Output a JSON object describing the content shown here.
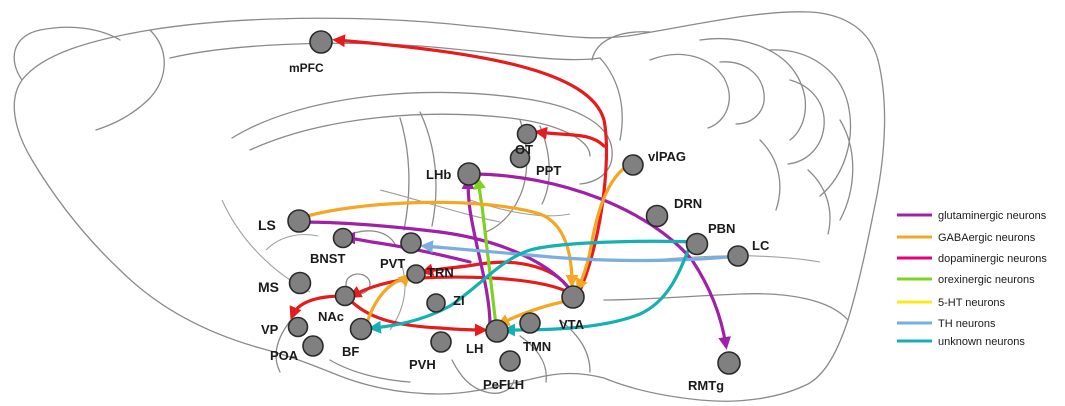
{
  "colors": {
    "glutamatergic": "#a020a8",
    "gabaergic": "#f5a623",
    "dopaminergic": "#e6007e",
    "orexinergic": "#7ed321",
    "serotonergic": "#ffe81a",
    "th": "#7aaee0",
    "unknown": "#15b0b3",
    "red_projection": "#e61b1b"
  },
  "regions": {
    "mPFC": "mPFC",
    "OT": "OT",
    "PPT": "PPT",
    "vlPAG": "vlPAG",
    "LHb": "LHb",
    "DRN": "DRN",
    "PBN": "PBN",
    "LC": "LC",
    "LS": "LS",
    "BNST": "BNST",
    "PVT": "PVT",
    "TRN": "TRN",
    "MS": "MS",
    "ZI": "ZI",
    "NAc": "NAc",
    "VTA": "VTA",
    "VP": "VP",
    "BF": "BF",
    "TMN": "TMN",
    "LH": "LH",
    "POA": "POA",
    "PVH": "PVH",
    "PeFLH": "PeFLH",
    "RMTg": "RMTg"
  },
  "legend": [
    {
      "label": "glutaminergic neurons",
      "color": "#a020a8"
    },
    {
      "label": "GABAergic neurons",
      "color": "#f5a623"
    },
    {
      "label": "dopaminergic neurons",
      "color": "#e6007e"
    },
    {
      "label": "orexinergic neurons",
      "color": "#7ed321"
    },
    {
      "label": "5-HT neurons",
      "color": "#ffe81a"
    },
    {
      "label": "TH neurons",
      "color": "#7aaee0"
    },
    {
      "label": "unknown neurons",
      "color": "#15b0b3"
    }
  ]
}
